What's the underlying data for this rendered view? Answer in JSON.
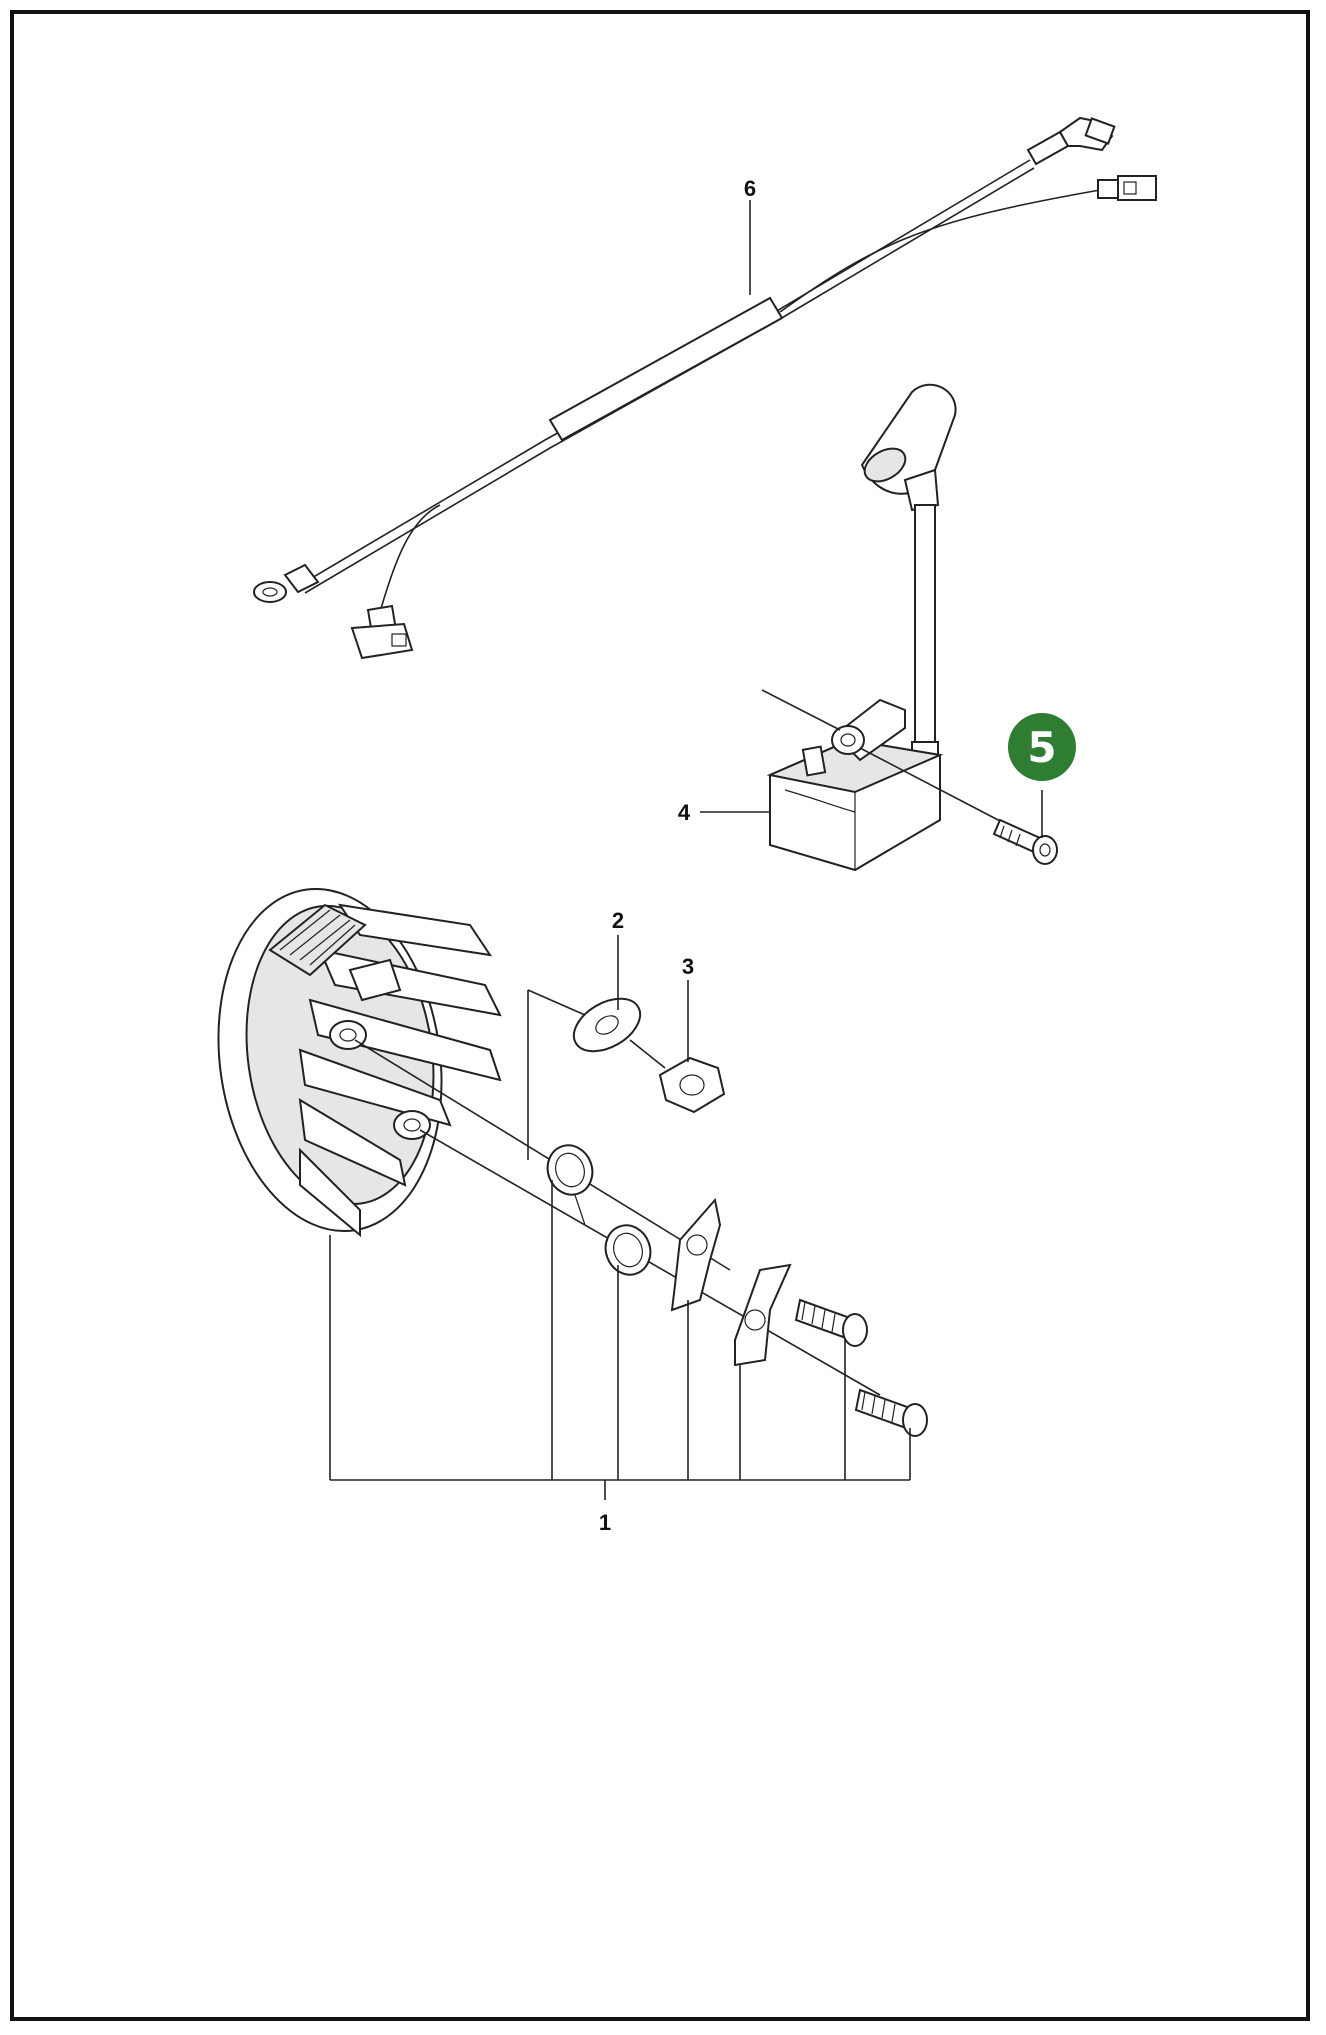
{
  "callouts": [
    {
      "id": "1",
      "label": "1"
    },
    {
      "id": "2",
      "label": "2"
    },
    {
      "id": "3",
      "label": "3"
    },
    {
      "id": "4",
      "label": "4"
    },
    {
      "id": "5",
      "label": "5",
      "highlighted": true
    },
    {
      "id": "6",
      "label": "6"
    }
  ],
  "colors": {
    "highlight": "#2e7d32",
    "line": "#222222",
    "border": "#111111"
  }
}
